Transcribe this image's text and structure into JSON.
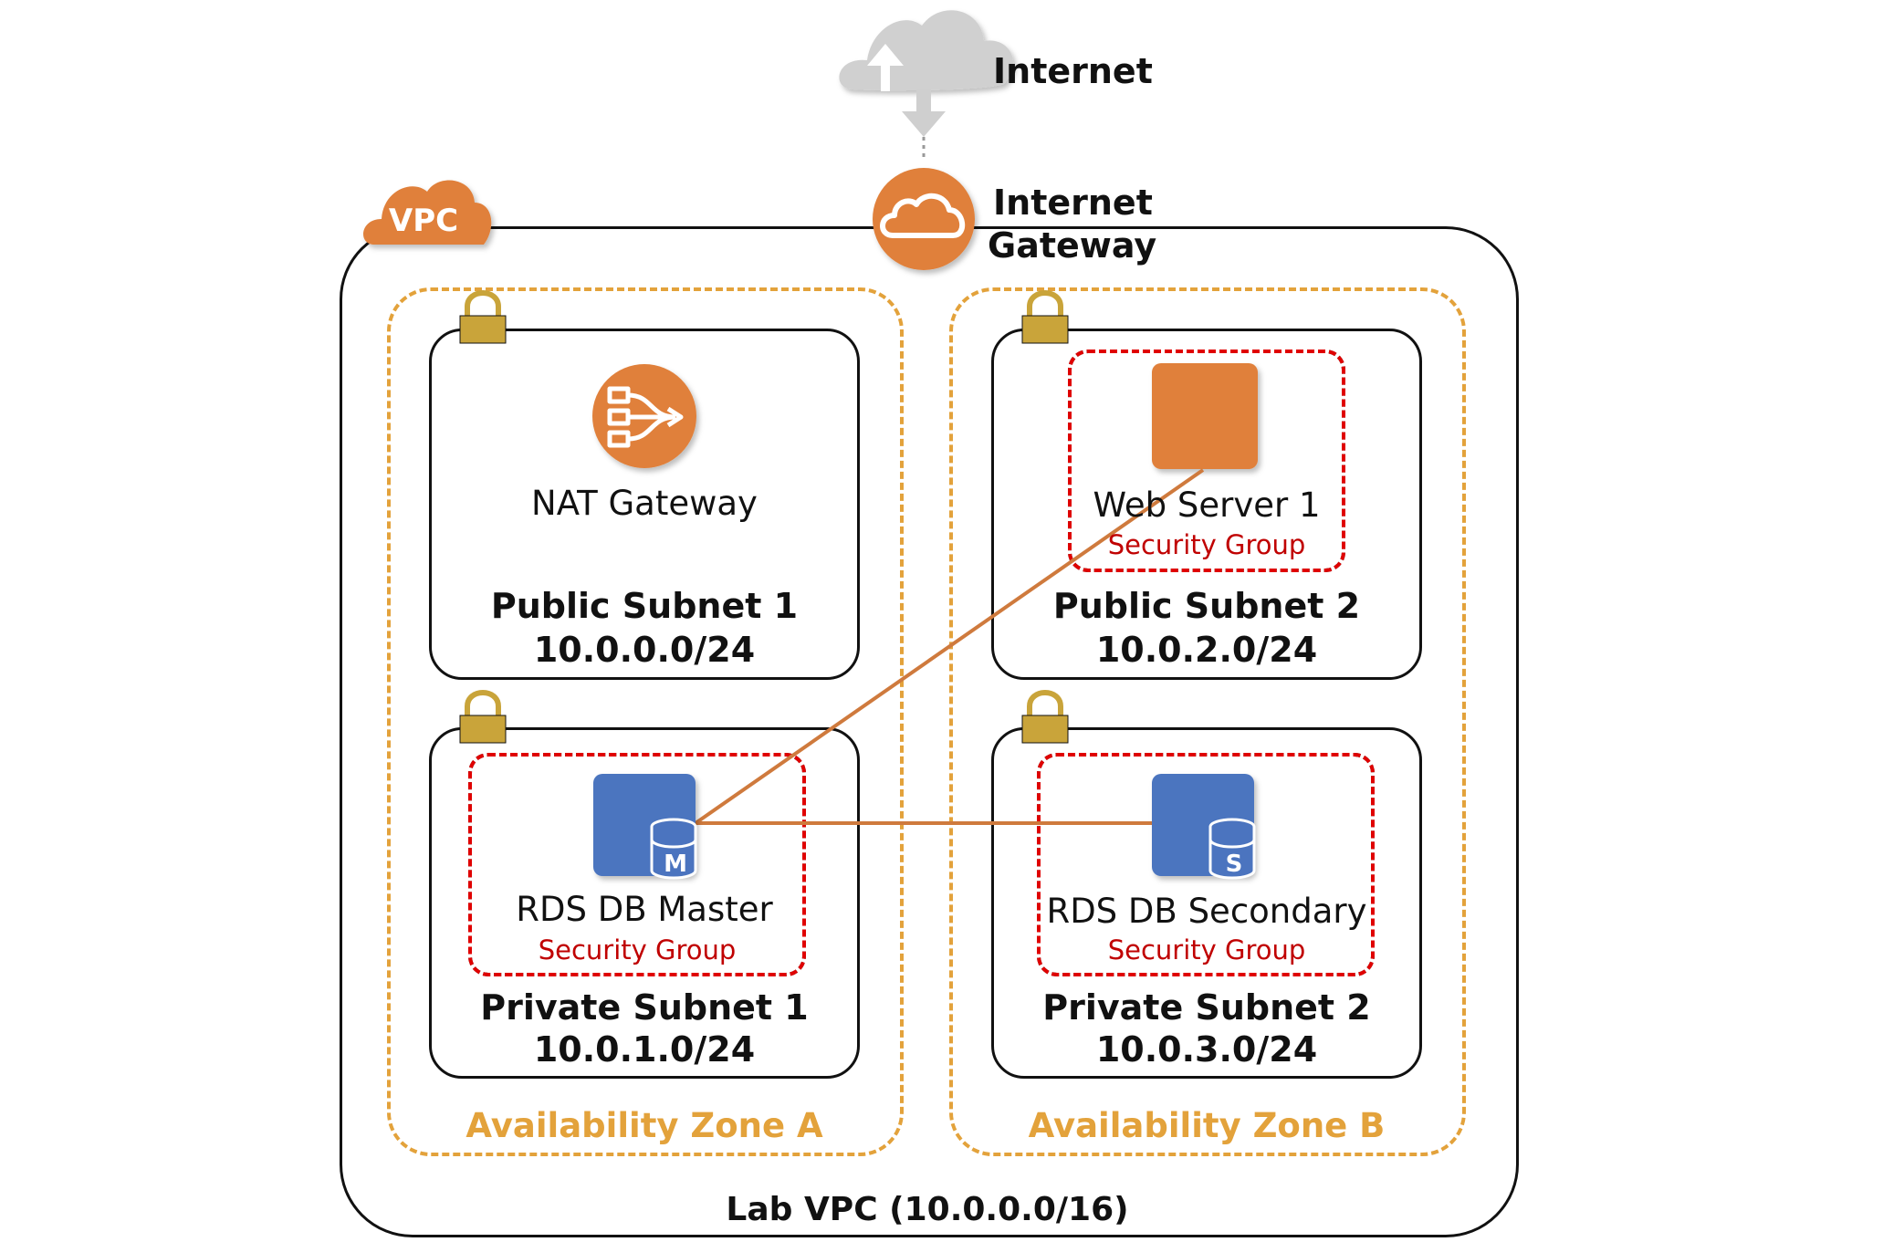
{
  "internet": {
    "label": "Internet"
  },
  "igw": {
    "label_line1": "Internet",
    "label_line2": "Gateway"
  },
  "vpc": {
    "badge": "VPC",
    "label": "Lab VPC (10.0.0.0/16)"
  },
  "zones": [
    {
      "label": "Availability Zone A"
    },
    {
      "label": "Availability Zone B"
    }
  ],
  "subnets": {
    "public1": {
      "name": "Public Subnet 1",
      "cidr": "10.0.0.0/24"
    },
    "public2": {
      "name": "Public Subnet 2",
      "cidr": "10.0.2.0/24"
    },
    "private1": {
      "name": "Private Subnet 1",
      "cidr": "10.0.1.0/24"
    },
    "private2": {
      "name": "Private Subnet 2",
      "cidr": "10.0.3.0/24"
    }
  },
  "resources": {
    "nat": {
      "label": "NAT Gateway"
    },
    "web": {
      "label": "Web Server 1",
      "sg": "Security Group"
    },
    "rds_master": {
      "label": "RDS DB Master",
      "sg": "Security Group",
      "badge": "M"
    },
    "rds_secondary": {
      "label": "RDS DB Secondary",
      "sg": "Security Group",
      "badge": "S"
    }
  },
  "colors": {
    "aws_orange": "#e0803a",
    "az_dashed": "#e3a23b",
    "rds_blue": "#4b74bf",
    "sg_red": "#c00000",
    "lock_gold": "#c9a43a",
    "cloud_gray": "#cfcfcf"
  },
  "icons": [
    "cloud-upload-icon",
    "internet-gateway-icon",
    "vpc-cloud-icon",
    "lock-icon",
    "nat-gateway-icon",
    "ec2-instance-icon",
    "rds-db-icon"
  ]
}
